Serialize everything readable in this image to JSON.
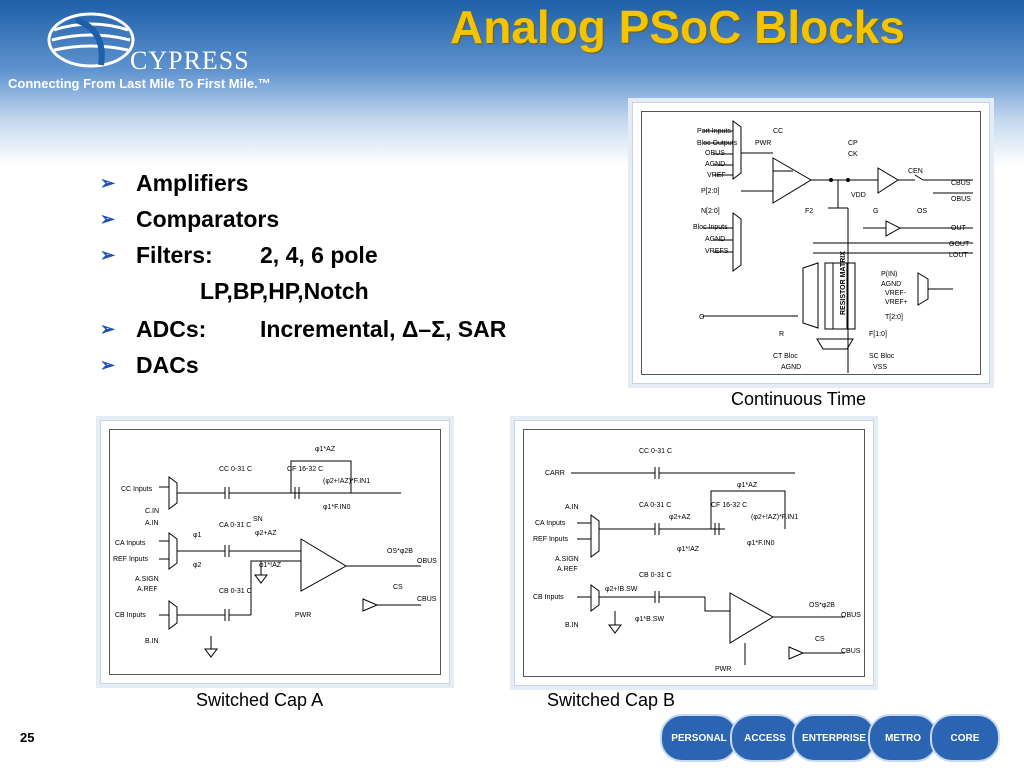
{
  "header": {
    "brand": "CYPRESS",
    "tagline": "Connecting From Last Mile To First Mile.™",
    "title": "Analog PSoC Blocks"
  },
  "bullets": [
    {
      "label": "Amplifiers",
      "detail": ""
    },
    {
      "label": "Comparators",
      "detail": ""
    },
    {
      "label": "Filters:",
      "detail": "2, 4, 6 pole"
    },
    {
      "label": "LP,BP,HP,Notch",
      "detail": ""
    },
    {
      "label": "ADCs:",
      "detail": "Incremental, Δ–Σ, SAR"
    },
    {
      "label": "DACs",
      "detail": ""
    }
  ],
  "diagrams": {
    "continuous_time": {
      "caption": "Continuous Time",
      "labels_left": [
        "Port Inputs",
        "Bloc Outputs",
        "OBUS",
        "AGND",
        "VREF",
        "P[2:0]",
        "N[2:0]",
        "Bloc Inputs",
        "AGND",
        "VREFS",
        "G"
      ],
      "labels_top": [
        "CC",
        "PWR",
        "CP",
        "CK",
        "CEN",
        "F2",
        "VDD",
        "G",
        "OS"
      ],
      "labels_right": [
        "CBUS",
        "OBUS",
        "OUT",
        "GOUT",
        "LOUT",
        "P(IN)",
        "AGND",
        "VREF-",
        "VREF+",
        "T[2:0]",
        "F[1:0]",
        "SC Bloc",
        "VSS"
      ],
      "labels_bottom": [
        "R",
        "CT Bloc",
        "AGND"
      ],
      "matrix_label": "RESISTOR MATRIX"
    },
    "switched_cap_a": {
      "caption": "Switched Cap A",
      "labels": [
        "CC Inputs",
        "C.IN",
        "A.IN",
        "CA Inputs",
        "REF Inputs",
        "A.SIGN",
        "A.REF",
        "CB Inputs",
        "B.IN",
        "CC 0-31 C",
        "CF 16-32 C",
        "CA 0-31 C",
        "CB 0-31 C",
        "SN",
        "φ1*AZ",
        "(φ2+!AZ)*F.IN1",
        "φ1*F.IN0",
        "φ2+AZ",
        "φ1*!AZ",
        "φ1",
        "φ2",
        "OS*φ2B",
        "OBUS",
        "CS",
        "CBUS",
        "PWR"
      ]
    },
    "switched_cap_b": {
      "caption": "Switched Cap B",
      "labels": [
        "CARR",
        "CC 0-31 C",
        "φ1*AZ",
        "CA 0-31 C",
        "CF 16-32 C",
        "A.IN",
        "CA Inputs",
        "REF Inputs",
        "A.SIGN",
        "A.REF",
        "φ2+AZ",
        "(φ2+!AZ)*F.IN1",
        "φ1*!AZ",
        "φ1*F.IN0",
        "CB 0-31 C",
        "φ2+!B.SW",
        "CB Inputs",
        "B.IN",
        "φ1*B.SW",
        "OS*φ2B",
        "OBUS",
        "CS",
        "CBUS",
        "PWR"
      ]
    }
  },
  "footer": {
    "page_number": "25",
    "badges": [
      "PERSONAL",
      "ACCESS",
      "ENTERPRISE",
      "METRO",
      "CORE"
    ]
  },
  "colors": {
    "title": "#f5c400",
    "header_blue": "#1d5fa8",
    "bullet_arrow": "#1f4fb0",
    "badge": "#2a64b2"
  }
}
